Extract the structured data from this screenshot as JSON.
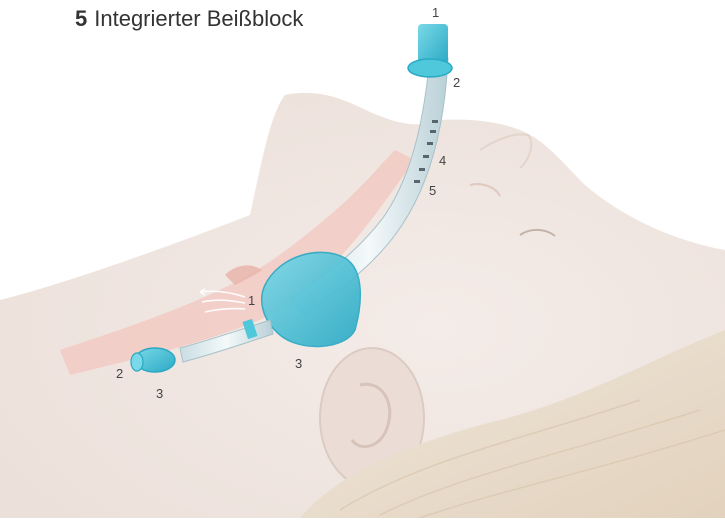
{
  "legend": {
    "number": "5",
    "text": "Integrierter Beißblock"
  },
  "callouts": {
    "tube_connector": "1",
    "tube_cuff_ring": "2",
    "bite_block_a": "4",
    "bite_block_b": "5",
    "airflow": "1",
    "mask_cuff": "3",
    "tip_2": "2",
    "tip_3": "3"
  },
  "colors": {
    "device_blue": "#4fc8dc",
    "device_blue_dark": "#2aa9c4",
    "tube_clear": "#dfe9ec",
    "airway_pink": "#f2c7bf",
    "skin": "#f2e6e0",
    "hair": "#e6d8c6"
  }
}
